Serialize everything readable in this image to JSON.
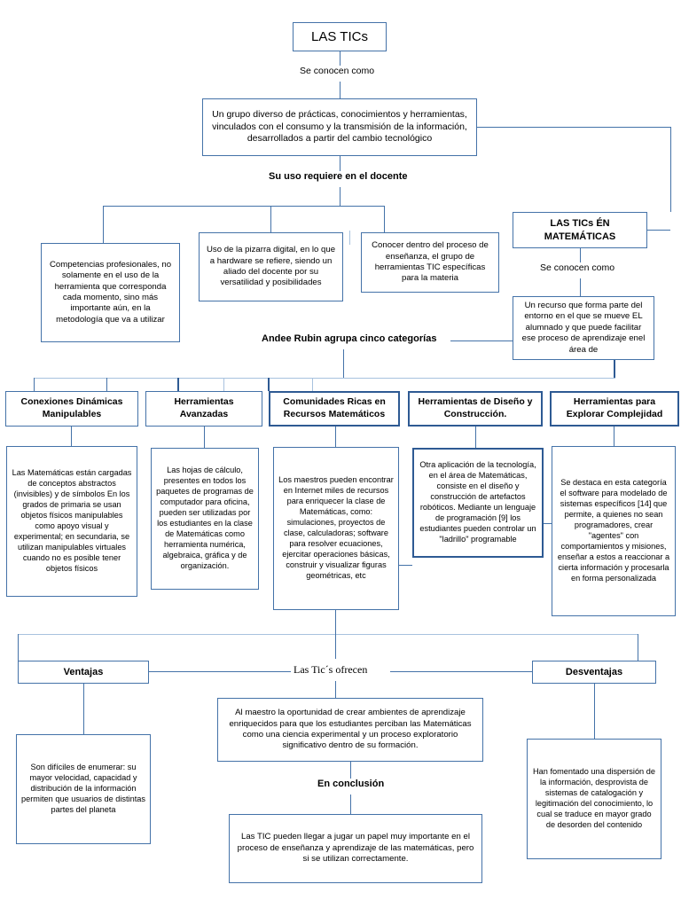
{
  "diagram": {
    "title": "LAS TICs",
    "nodes": {
      "root": "LAS TICs",
      "definition": "Un grupo diverso de prácticas, conocimientos y herramientas, vinculados con el consumo y la transmisión de la información, desarrollados a partir del cambio tecnológico",
      "competencias": "Competencias profesionales, no solamente en el uso de la herramienta que corresponda cada momento, sino más importante aún, en la metodología que va a utilizar",
      "pizarra": "Uso de la pizarra digital, en lo que a hardware se refiere, siendo un aliado del docente por su versatilidad y posibilidades",
      "conocer": "Conocer dentro del proceso de enseñanza, el grupo de herramientas TIC específicas para la materia",
      "ticsMatematicas": "LAS TICs ÉN MATEMÁTICAS",
      "recurso": "Un recurso que forma parte del entorno en el que se mueve EL alumnado y que puede facilitar ese proceso de aprendizaje enel área de",
      "ventajas": "Ventajas",
      "desventajas": "Desventajas",
      "ventajasTexto": "Son difíciles de enumerar: su mayor velocidad, capacidad y distribución de la información permiten que usuarios de distintas partes del planeta",
      "desventajasTexto": "Han fomentado una dispersión de la información, desprovista de sistemas de catalogación y legitimación del conocimiento, lo cual se traduce en mayor grado de desorden del contenido",
      "ofrecenTexto": "Al maestro la oportunidad de crear ambientes de aprendizaje enriquecidos para que los estudiantes perciban las Matemáticas como una ciencia experimental y un proceso exploratorio significativo dentro de su formación.",
      "conclusionTexto": "Las TIC pueden llegar a jugar un papel muy importante en el proceso de enseñanza y aprendizaje de las matemáticas, pero si se utilizan correctamente."
    },
    "labels": {
      "seConocenComo1": "Se conocen como",
      "suUsoRequiere": "Su uso requiere en el docente",
      "seConocenComo2": "Se conocen como",
      "andeeRubin": "Andee Rubin agrupa cinco categorías",
      "lasTicsOfrecen": "Las Tic´s ofrecen",
      "enConclusion": "En conclusión"
    },
    "categories": [
      {
        "header": "Conexiones Dinámicas Manipulables",
        "body": "Las Matemáticas están cargadas de conceptos abstractos (invisibles) y de símbolos En los grados de primaria se usan objetos físicos manipulables como apoyo visual y experimental; en secundaria, se utilizan manipulables virtuales cuando no es posible tener objetos físicos"
      },
      {
        "header": "Herramientas Avanzadas",
        "body": "Las hojas de cálculo, presentes en todos los paquetes de programas de computador para oficina, pueden ser utilizadas por los estudiantes en la clase de Matemáticas como herramienta numérica, algebraica, gráfica y de organización."
      },
      {
        "header": "Comunidades Ricas en Recursos Matemáticos",
        "body": "Los maestros pueden encontrar en Internet miles de recursos para enriquecer la clase de Matemáticas, como: simulaciones, proyectos de clase, calculadoras; software para resolver ecuaciones, ejercitar operaciones básicas, construir y visualizar figuras geométricas, etc"
      },
      {
        "header": "Herramientas de Diseño y Construcción.",
        "body": "Otra aplicación de la tecnología, en el área de Matemáticas, consiste en el diseño y construcción de artefactos robóticos. Mediante un lenguaje de programación [9] los estudiantes pueden controlar un \"ladrillo\" programable"
      },
      {
        "header": "Herramientas para Explorar Complejidad",
        "body": "Se destaca en esta categoría el software para modelado de sistemas específicos [14] que permite, a quienes no sean programadores, crear \"agentes\" con comportamientos y misiones, enseñar a estos a reaccionar a cierta información y procesarla en forma personalizada"
      }
    ],
    "colors": {
      "border": "#4472a8",
      "borderThick": "#2e5a93",
      "connector": "#4472a8",
      "connectorPale": "#a8c2de",
      "background": "#ffffff",
      "text": "#000000"
    }
  }
}
